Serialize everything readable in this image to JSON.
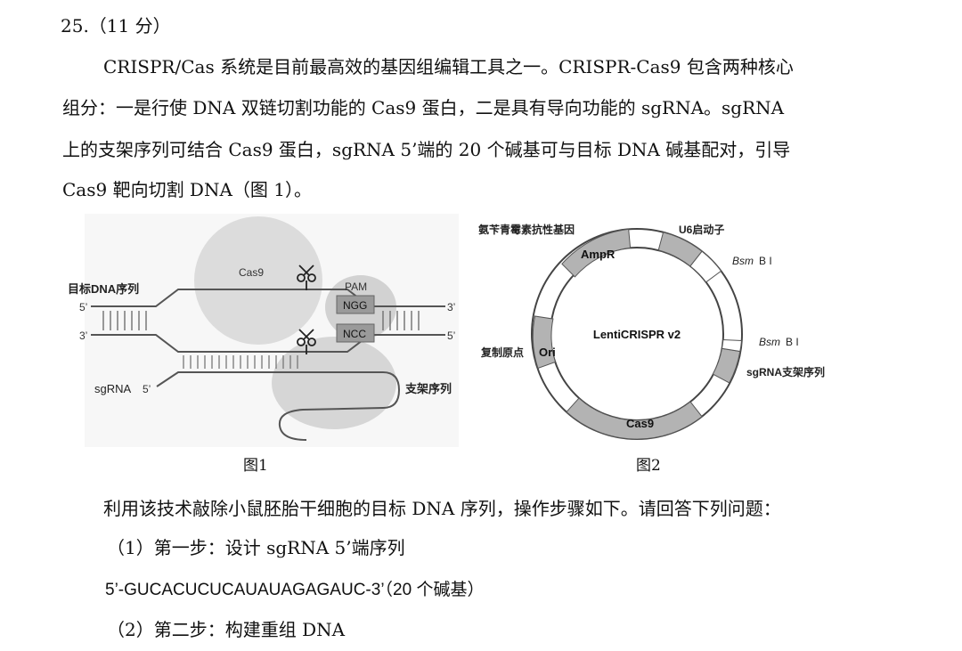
{
  "question": {
    "number": "25.（11 分）",
    "paragraph_lines": [
      "CRISPR/Cas 系统是目前最高效的基因组编辑工具之一。CRISPR-Cas9 包含两种核心",
      "组分：一是行使 DNA 双链切割功能的 Cas9 蛋白，二是具有导向功能的 sgRNA。sgRNA",
      "上的支架序列可结合 Cas9 蛋白，sgRNA 5’端的 20 个碱基可与目标 DNA 碱基配对，引导",
      "Cas9 靶向切割 DNA（图 1）。"
    ]
  },
  "figure1": {
    "caption": "图1",
    "target_dna_label": "目标DNA序列",
    "cas9_label": "Cas9",
    "pam_label": "PAM",
    "ngg_label": "NGG",
    "ncc_label": "NCC",
    "sgrna_label": "sgRNA",
    "scaffold_label": "支架序列",
    "top_left_end": "5’",
    "top_right_end": "3’",
    "bottom_left_end": "3’",
    "bottom_right_end": "5’",
    "sgrna_end": "5’"
  },
  "figure2": {
    "caption": "图2",
    "plasmid_name": "LentiCRISPR v2",
    "labels": {
      "ampr_gene": "氨苄青霉素抗性基因",
      "ampr": "AmpR",
      "u6": "U6启动子",
      "bsmbi_1": "Bsm",
      "bsmbi_1_suffix": "B I",
      "bsmbi_2": "Bsm",
      "bsmbi_2_suffix": "B I",
      "ori_name": "复制原点",
      "ori": "Ori",
      "scaffold": "sgRNA支架序列",
      "cas9": "Cas9"
    }
  },
  "steps": {
    "intro": "利用该技术敲除小鼠胚胎干细胞的目标 DNA 序列，操作步骤如下。请回答下列问题：",
    "step1": "（1）第一步：设计 sgRNA 5’端序列",
    "step1_sequence": "5’-GUCACUCUCAUAUAGAGAUC-3’（20 个碱基）",
    "step2": "（2）第二步：构建重组 DNA"
  }
}
